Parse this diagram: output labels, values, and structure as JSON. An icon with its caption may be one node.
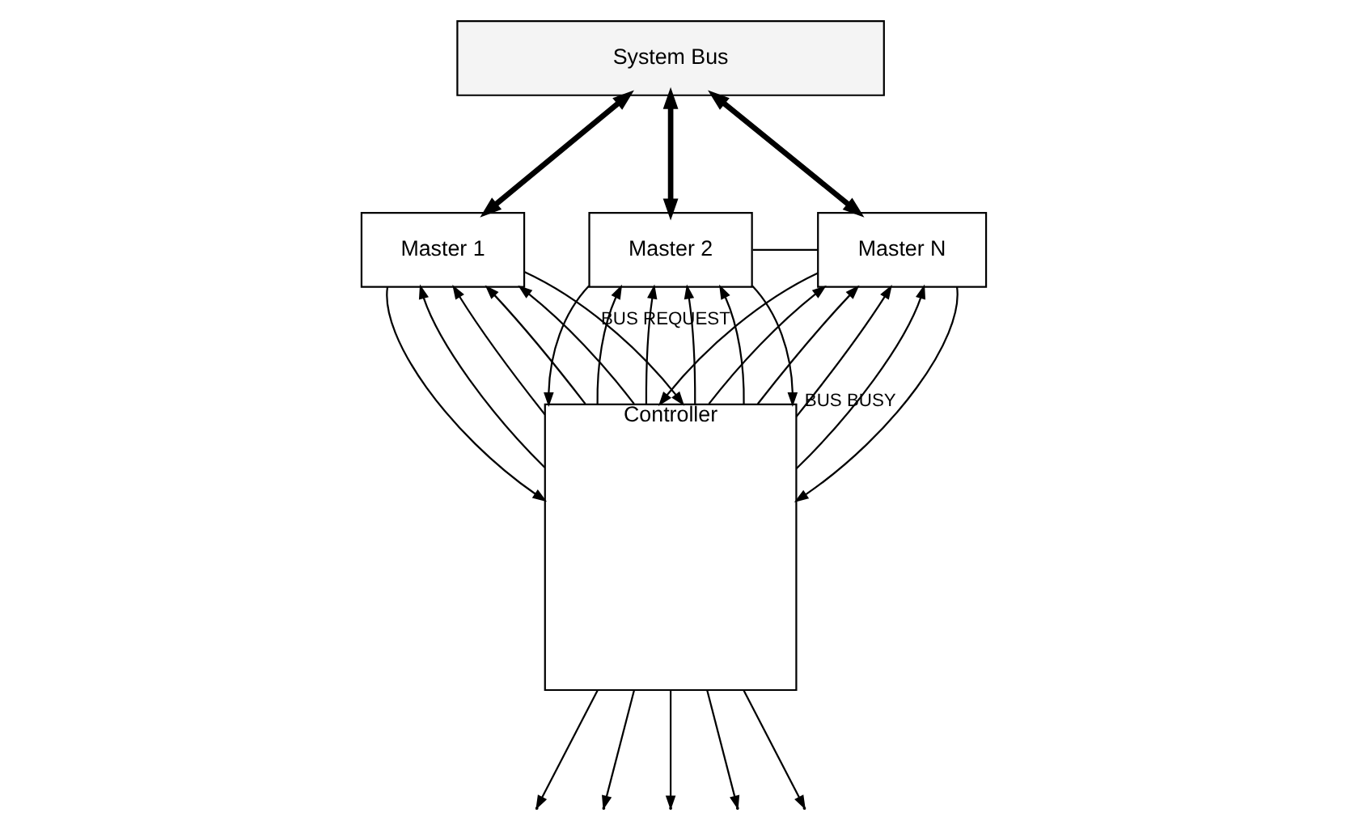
{
  "diagram": {
    "nodes": [
      {
        "text": [
          "System Bus"
        ]
      },
      {
        "text": [
          "Master 1"
        ]
      },
      {
        "text": [
          "Master 2"
        ]
      },
      {
        "text": [
          "Master N"
        ]
      },
      {
        "text": [
          "Controller"
        ]
      }
    ],
    "edges": [
      {
        "from": 0,
        "to": 1,
        "arrow": "both",
        "style": "thick"
      },
      {
        "from": 0,
        "to": 2,
        "arrow": "both",
        "style": "thick"
      },
      {
        "from": 0,
        "to": 3,
        "arrow": "both",
        "style": "thick"
      },
      {
        "from": 2,
        "to": 3,
        "arrow": "none"
      },
      {
        "from": 4,
        "to": 1,
        "arrow": "to"
      },
      {
        "from": 4,
        "to": 1,
        "arrow": "to"
      },
      {
        "from": 4,
        "to": 1,
        "arrow": "to"
      },
      {
        "from": 4,
        "to": 1,
        "arrow": "to"
      },
      {
        "from": 4,
        "to": 2,
        "arrow": "to"
      },
      {
        "from": 4,
        "to": 2,
        "arrow": "to"
      },
      {
        "from": 4,
        "to": 2,
        "arrow": "to"
      },
      {
        "from": 4,
        "to": 2,
        "arrow": "to"
      },
      {
        "from": 4,
        "to": 3,
        "arrow": "to"
      },
      {
        "from": 4,
        "to": 3,
        "arrow": "to"
      },
      {
        "from": 4,
        "to": 3,
        "arrow": "to"
      },
      {
        "from": 4,
        "to": 3,
        "arrow": "to"
      },
      {
        "from": 4,
        "to": null,
        "arrow": "to"
      },
      {
        "from": 4,
        "to": null,
        "arrow": "to"
      },
      {
        "from": 4,
        "to": null,
        "arrow": "to"
      },
      {
        "from": 4,
        "to": null,
        "arrow": "to"
      },
      {
        "from": 4,
        "to": null,
        "arrow": "to"
      },
      {
        "from": 1,
        "to": 4,
        "arrow": "to"
      },
      {
        "from": 2,
        "to": 4,
        "arrow": "to"
      },
      {
        "from": 3,
        "to": 4,
        "arrow": "to",
        "label": "BUS REQUEST"
      },
      {
        "from": 1,
        "to": 4,
        "arrow": "to"
      },
      {
        "from": 2,
        "to": 4,
        "arrow": "to"
      },
      {
        "from": 3,
        "to": 4,
        "arrow": "to",
        "label": "BUS BUSY"
      }
    ]
  }
}
